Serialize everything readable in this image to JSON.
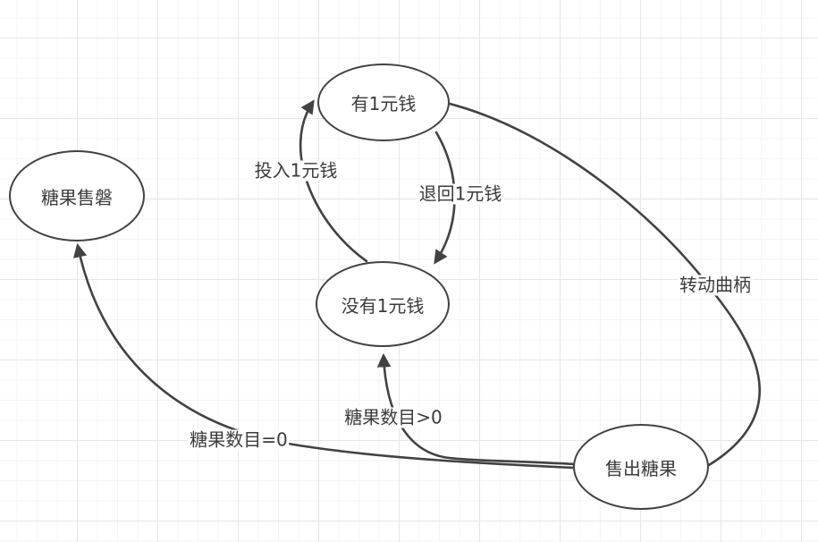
{
  "canvas": {
    "type": "state-diagram",
    "background_color": "#ffffff",
    "grid_minor_color": "#f4f4f4",
    "grid_major_color": "#e6e6e6",
    "stroke_color": "#424242",
    "text_color": "#3b3b3b"
  },
  "diagram": {
    "nodes": [
      {
        "id": "candy-sold-out",
        "label": "糖果售磐"
      },
      {
        "id": "has-1-yuan",
        "label": "有1元钱"
      },
      {
        "id": "no-1-yuan",
        "label": "没有1元钱"
      },
      {
        "id": "candy-dispensed",
        "label": "售出糖果"
      }
    ],
    "edges": [
      {
        "id": "insert-coin",
        "label": "投入1元钱",
        "from": "no-1-yuan",
        "to": "has-1-yuan",
        "arrowhead": true
      },
      {
        "id": "return-coin",
        "label": "退回1元钱",
        "from": "has-1-yuan",
        "to": "no-1-yuan",
        "arrowhead": true
      },
      {
        "id": "turn-crank",
        "label": "转动曲柄",
        "from": "has-1-yuan",
        "to": "candy-dispensed",
        "arrowhead": false
      },
      {
        "id": "candy-count-positive",
        "label": "糖果数目>0",
        "from": "candy-dispensed",
        "to": "no-1-yuan",
        "arrowhead": true
      },
      {
        "id": "candy-count-zero",
        "label": "糖果数目=0",
        "from": "candy-dispensed",
        "to": "candy-sold-out",
        "arrowhead": true
      }
    ]
  }
}
